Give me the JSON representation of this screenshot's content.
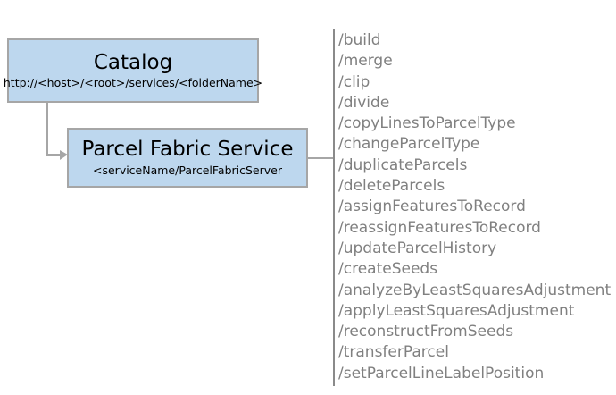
{
  "diagram": {
    "catalog_box": {
      "title": "Catalog",
      "subtitle": "http://<host>/<root>/services/<folderName>"
    },
    "service_box": {
      "title": "Parcel Fabric Service",
      "subtitle": "<serviceName/ParcelFabricServer"
    },
    "endpoints": [
      "/build",
      "/merge",
      "/clip",
      "/divide",
      "/copyLinesToParcelType",
      "/changeParcelType",
      "/duplicateParcels",
      "/deleteParcels",
      "/assignFeaturesToRecord",
      "/reassignFeaturesToRecord",
      "/updateParcelHistory",
      "/createSeeds",
      "/analyzeByLeastSquaresAdjustment",
      "/applyLeastSquaresAdjustment",
      "/reconstructFromSeeds",
      "/transferParcel",
      "/setParcelLineLabelPosition"
    ]
  },
  "colors": {
    "box_fill": "#bdd7ee",
    "box_border": "#a6a6a6",
    "connector": "#a6a6a6",
    "divider": "#8a8a8a",
    "endpoint_text": "#808080",
    "title_text": "#000000",
    "background": "#ffffff"
  }
}
